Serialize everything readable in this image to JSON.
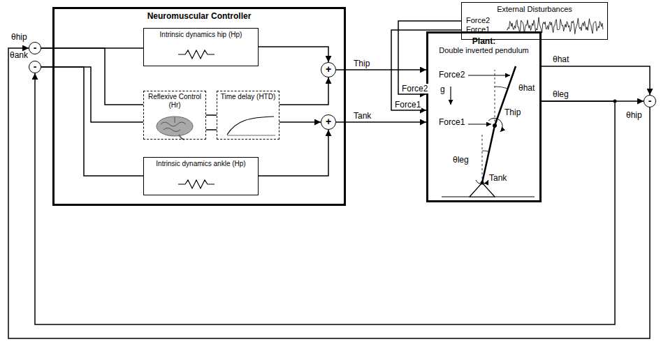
{
  "diagram": {
    "nodes": [
      {
        "text": [
          "Neuromuscular Controller"
        ]
      },
      {
        "text": [
          "Intrinsic dynamics hip (Hp)"
        ],
        "in": 0
      },
      {
        "text": [
          "Reflexive Control (Hr)"
        ],
        "in": 0
      },
      {
        "text": [
          "Time delay (HTD)"
        ],
        "in": 0
      },
      {
        "text": [
          "Intrinsic dynamics ankle (Hp)"
        ],
        "in": 0
      },
      {
        "text": [
          "+"
        ],
        "in": 0
      },
      {
        "text": [
          "+"
        ],
        "in": 0
      },
      {
        "text": [
          "External Disturbances",
          "Force2",
          "Force1"
        ]
      },
      {
        "text": [
          "Plant:",
          "Double inverted pendulum"
        ]
      },
      {
        "text": [
          "-"
        ]
      },
      {
        "text": [
          "-"
        ]
      },
      {
        "text": [
          "-"
        ]
      }
    ],
    "edges": [
      {
        "from": 9,
        "to": 1,
        "arrow": "none"
      },
      {
        "from": 9,
        "to": 2,
        "arrow": "none"
      },
      {
        "from": 10,
        "to": 2,
        "arrow": "none"
      },
      {
        "from": 10,
        "to": 4,
        "arrow": "none"
      },
      {
        "from": 2,
        "to": 3,
        "arrow": "none"
      },
      {
        "from": 1,
        "to": 5,
        "arrow": "to"
      },
      {
        "from": 3,
        "to": 5,
        "arrow": "to"
      },
      {
        "from": 3,
        "to": 6,
        "arrow": "to"
      },
      {
        "from": 4,
        "to": 6,
        "arrow": "to"
      },
      {
        "from": 5,
        "to": 8,
        "label": "Thip",
        "arrow": "to"
      },
      {
        "from": 6,
        "to": 8,
        "label": "Tank",
        "arrow": "to"
      },
      {
        "from": 7,
        "to": 8,
        "label": "Force2",
        "arrow": "to"
      },
      {
        "from": 7,
        "to": 8,
        "label": "Force1",
        "arrow": "to"
      },
      {
        "from": 8,
        "to": 11,
        "label": "θhat",
        "arrow": "to"
      },
      {
        "from": 8,
        "to": 11,
        "label": "θleg",
        "arrow": "to"
      },
      {
        "from": 8,
        "to": 10,
        "arrow": "to"
      },
      {
        "from": 11,
        "to": 9,
        "arrow": "to"
      }
    ],
    "labels": [
      "θhip",
      "θank",
      "Force2",
      "Force1",
      "θhat",
      "Thip",
      "θleg",
      "Tank",
      "g",
      "θhip"
    ]
  }
}
